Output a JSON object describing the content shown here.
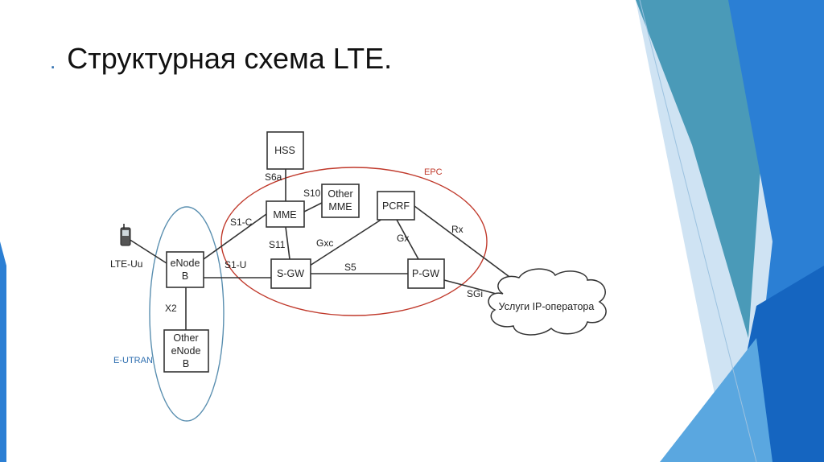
{
  "slide": {
    "bullet": ".",
    "title": "Структурная схема LTE."
  },
  "colors": {
    "accent_blue": "#2f6fb0",
    "epc_outline": "#c0392b",
    "eutran_outline": "#5a8fb0"
  },
  "diagram": {
    "regions": {
      "epc": "EPC",
      "eutran": "E-UTRAN"
    },
    "nodes": {
      "hss": "HSS",
      "mme": "MME",
      "other_mme_1": "Other",
      "other_mme_2": "MME",
      "pcrf": "PCRF",
      "sgw": "S-GW",
      "pgw": "P-GW",
      "enodeb_1": "eNode",
      "enodeb_2": "B",
      "other_enodeb_1": "Other",
      "other_enodeb_2": "eNode",
      "other_enodeb_3": "B",
      "cloud": "Услуги IP-оператора"
    },
    "interfaces": {
      "s6a": "S6a",
      "s10": "S10",
      "s1c": "S1-C",
      "s11": "S11",
      "gxc": "Gxc",
      "gx": "Gx",
      "rx": "Rx",
      "s1u": "S1-U",
      "s5": "S5",
      "sgi": "SGi",
      "lteuu": "LTE-Uu",
      "x2": "X2"
    },
    "icons": {
      "handset": "mobile-phone-icon"
    }
  }
}
